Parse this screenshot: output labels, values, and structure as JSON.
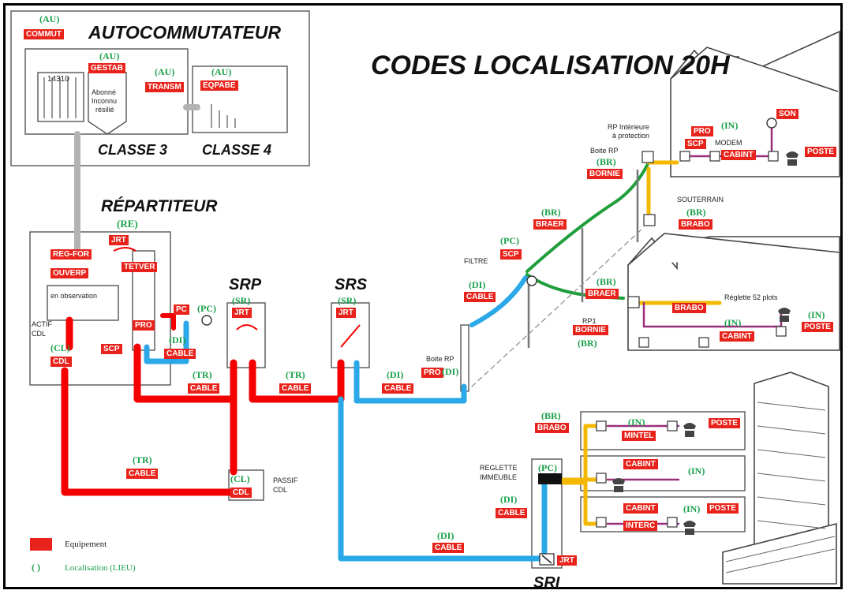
{
  "diagram": {
    "main_title": "CODES LOCALISATION 20H",
    "colors": {
      "equipment_red": "#e8231b",
      "location_green": "#1aa04a",
      "cable_red": "#f40000",
      "cable_blue": "#2aa8e8",
      "cable_green": "#1f9e3c",
      "cable_yellow": "#f5b800",
      "cable_purple": "#9a2f7a",
      "connector_gray": "#b3b3b3"
    },
    "autocommutateur": {
      "title": "AUTOCOMMUTATEUR",
      "loc_commut": "(AU)",
      "commut": "COMMUT",
      "loc_gestab": "(AU)",
      "gestab": "GESTAB",
      "number": "14310",
      "subscriber_lines": [
        "Abonné",
        "Inconnu",
        "résilié"
      ],
      "loc_transm": "(AU)",
      "transm": "TRANSM",
      "loc_eqpabe": "(AU)",
      "eqpabe": "EQPABE",
      "classe3": "CLASSE 3",
      "classe4": "CLASSE 4"
    },
    "repartiteur": {
      "title": "RÉPARTITEUR",
      "loc": "(RE)",
      "jrt": "JRT",
      "regfor": "REG-FOR",
      "ouverp": "OUVERP",
      "tetver": "TETVER",
      "en_observation": "en observation",
      "actif_line1": "ACTIF",
      "actif_line2": "CDL",
      "pro": "PRO",
      "scp": "SCP",
      "pc": "PC",
      "loc_pc": "(PC)",
      "loc_cable_di": "(DI)",
      "cable_di": "CABLE",
      "loc_cdl": "(CL)",
      "cdl": "CDL"
    },
    "srp": {
      "title": "SRP",
      "loc": "(SR)",
      "jrt": "JRT",
      "loc_cable": "(TR)",
      "cable": "CABLE"
    },
    "srs": {
      "title": "SRS",
      "loc": "(SR)",
      "jrt": "JRT",
      "loc_cable_tr": "(TR)",
      "cable_tr": "CABLE",
      "loc_cable_di": "(DI)",
      "cable_di": "CABLE"
    },
    "passif": {
      "loc_cable": "(TR)",
      "cable": "CABLE",
      "loc": "(CL)",
      "cdl": "CDL",
      "label_line1": "PASSIF",
      "label_line2": "CDL"
    },
    "distribution": {
      "filtre": "FILTRE",
      "loc_scp": "(PC)",
      "scp": "SCP",
      "loc_cable": "(DI)",
      "cable": "CABLE",
      "boite_rp_low": "Boite RP",
      "pro": "PRO",
      "loc_pro": "(DI)",
      "loc_braer_upper": "(BR)",
      "braer_upper": "BRAER",
      "boite_rp_high": "Boite RP",
      "loc_borne_high": "(BR)",
      "borne_high": "BORNIE",
      "loc_braer_lower": "(BR)",
      "braer_lower": "BRAER",
      "rp1": "RP1",
      "borne_low": "BORNIE",
      "loc_borne_low": "(BR)"
    },
    "house_upper": {
      "rp_line1": "RP Intérieure",
      "rp_line2": "à protection",
      "loc": "(IN)",
      "pro": "PRO",
      "scp": "SCP",
      "modem": "MODEM",
      "cabint": "CABINT",
      "son": "SON",
      "poste": "POSTE",
      "souterrain": "SOUTERRAIN",
      "loc_brabo": "(BR)",
      "brabo": "BRABO"
    },
    "house_lower": {
      "brabo": "BRABO",
      "reglette": "Réglette 52 plots",
      "loc_cabint": "(IN)",
      "cabint": "CABINT",
      "loc_poste": "(IN)",
      "poste": "POSTE"
    },
    "building": {
      "loc_brabo": "(BR)",
      "brabo": "BRABO",
      "loc_mintel": "(IN)",
      "mintel": "MINTEL",
      "poste1": "POSTE",
      "cabint1": "CABINT",
      "loc_cabint1": "(IN)",
      "cabint2": "CABINT",
      "loc_poste2": "(IN)",
      "poste2": "POSTE",
      "interc": "INTERC",
      "reglette_line1": "REGLETTE",
      "reglette_line2": "IMMEUBLE",
      "loc_reglette": "(PC)",
      "loc_cable_di": "(DI)",
      "cable_di": "CABLE",
      "loc_cable_sri": "(DI)",
      "cable_sri": "CABLE",
      "jrt": "JRT",
      "sri": "SRI"
    },
    "legend": {
      "equipment": "Equipement",
      "location_symbol": "( )",
      "location": "Localisation (LIEU)"
    }
  }
}
